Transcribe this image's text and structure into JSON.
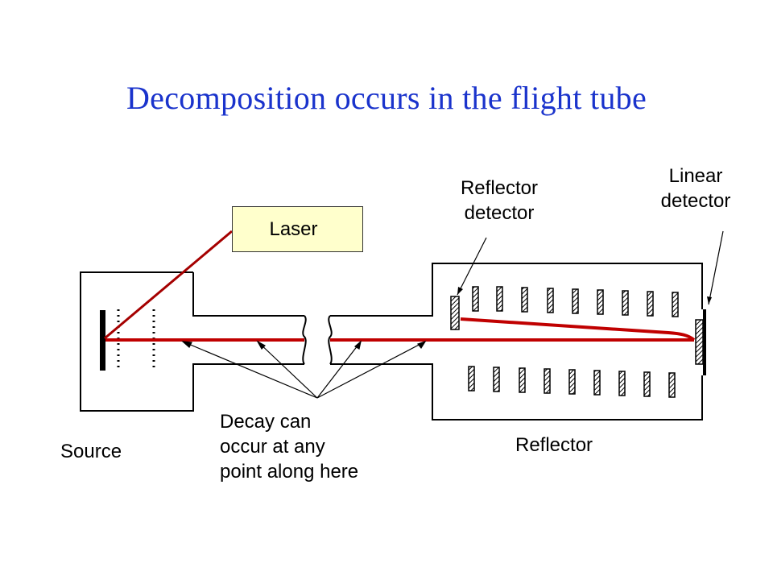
{
  "title": "Decomposition occurs in the flight tube",
  "labels": {
    "laser": "Laser",
    "reflector_detector": "Reflector\ndetector",
    "linear_detector": "Linear\ndetector",
    "source": "Source",
    "decay_note": "Decay can\noccur at any\npoint along here",
    "reflector": "Reflector"
  },
  "colors": {
    "title": "#1a33cc",
    "beam": "#c00000",
    "laser_box": "#ffffcc"
  }
}
